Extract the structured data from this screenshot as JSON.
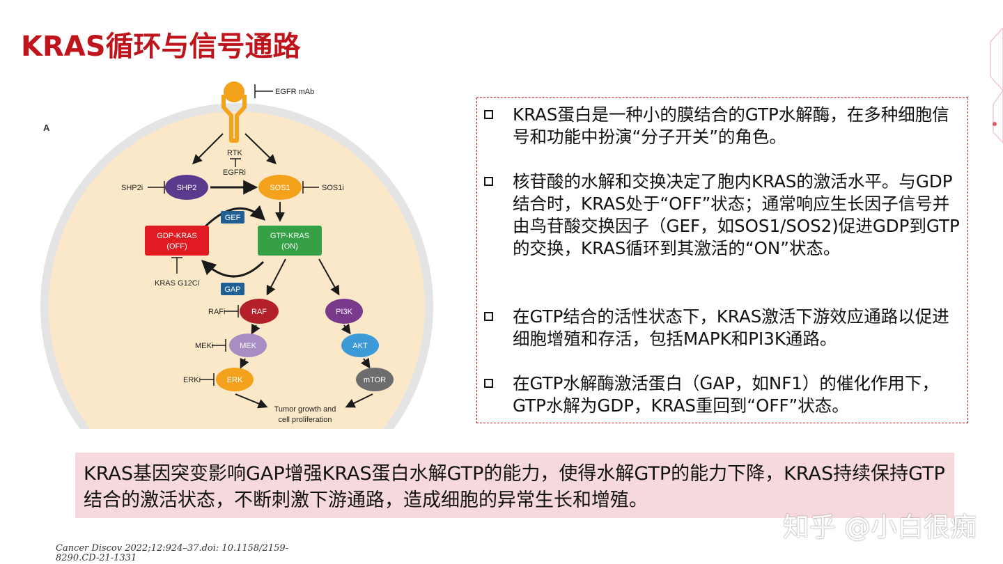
{
  "title": "KRAS循环与信号通路",
  "theme": {
    "accent": "#c0141c",
    "summary_bg": "#f5d9dc"
  },
  "diagram": {
    "panel_label": "A",
    "receptor": "RTK",
    "inhibitors": {
      "egfr_mab": "EGFR mAb",
      "egfri": "EGFRi",
      "shp2i": "SHP2i",
      "sos1i": "SOS1i",
      "kras_g12ci": "KRAS G12Ci",
      "rafi": "RAFi",
      "meki": "MEKi",
      "erki": "ERKi"
    },
    "nodes": {
      "shp2": "SHP2",
      "sos1": "SOS1",
      "gef": "GEF",
      "gap": "GAP",
      "gdp_kras_1": "GDP-KRAS",
      "gdp_kras_2": "(OFF)",
      "gtp_kras_1": "GTP-KRAS",
      "gtp_kras_2": "(ON)",
      "raf": "RAF",
      "pi3k": "PI3K",
      "mek": "MEK",
      "akt": "AKT",
      "erk": "ERK",
      "mtor": "mTOR"
    },
    "outcome_1": "Tumor growth and",
    "outcome_2": "cell proliferation",
    "colors": {
      "cell": "#fbe8c8",
      "membrane": "#e2e2e2",
      "receptor": "#f4a21c",
      "shp2": "#5a3a8c",
      "sos1": "#f4a21c",
      "gef_gap": "#1f5f93",
      "gdp_kras": "#e11b22",
      "gtp_kras": "#35a045",
      "raf": "#b3202a",
      "pi3k": "#7a3a8c",
      "mek": "#a88cc4",
      "akt": "#3c9bd6",
      "erk": "#f4a21c",
      "mtor": "#6d6d6d"
    }
  },
  "bullets": [
    "KRAS蛋白是一种小的膜结合的GTP水解酶，在多种细胞信号和功能中扮演“分子开关”的角色。",
    "核苷酸的水解和交换决定了胞内KRAS的激活水平。与GDP结合时，KRAS处于“OFF”状态；通常响应生长因子信号并由鸟苷酸交换因子（GEF，如SOS1/SOS2)促进GDP到GTP的交换，KRAS循环到其激活的“ON”状态。",
    "在GTP结合的活性状态下，KRAS激活下游效应通路以促进细胞增殖和存活，包括MAPK和PI3K通路。",
    "在GTP水解酶激活蛋白（GAP，如NF1）的催化作用下，GTP水解为GDP，KRAS重回到“OFF”状态。"
  ],
  "summary": "KRAS基因突变影响GAP增强KRAS蛋白水解GTP的能力，使得水解GTP的能力下降，KRAS持续保持GTP结合的激活状态，不断刺激下游通路，造成细胞的异常生长和增殖。",
  "watermark": "知乎 @小白很痴",
  "citation_line1": "Cancer Discov 2022;12:924–37.doi: 10.1158/2159-",
  "citation_line2": "8290.CD-21-1331"
}
